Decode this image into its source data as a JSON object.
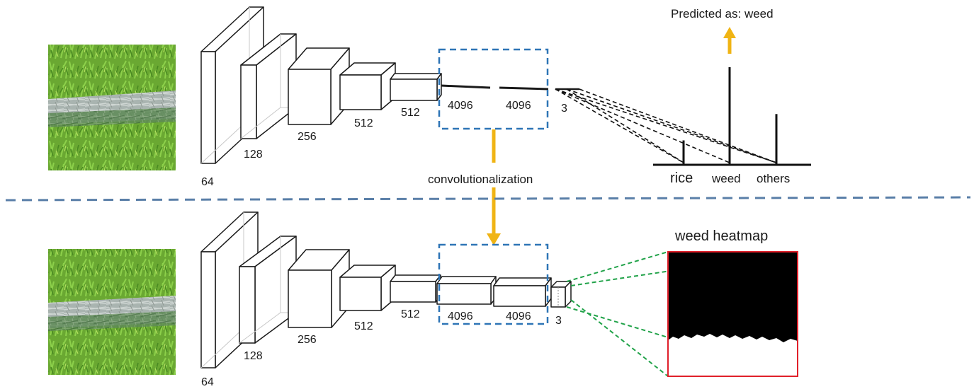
{
  "top_section": {
    "layer_labels": [
      "64",
      "128",
      "256",
      "512",
      "512"
    ],
    "fc_labels": [
      "4096",
      "4096",
      "3"
    ],
    "prediction_text": "Predicted as: weed",
    "bar_classes": [
      "rice",
      "weed",
      "others"
    ],
    "bar_values": [
      0.25,
      1.0,
      0.52
    ]
  },
  "transition": {
    "label": "convolutionalization"
  },
  "bottom_section": {
    "layer_labels": [
      "64",
      "128",
      "256",
      "512",
      "512"
    ],
    "conv_labels": [
      "4096",
      "4096",
      "3"
    ],
    "heatmap_title": "weed heatmap"
  },
  "colors": {
    "dashed_box": "#2e75b6",
    "separator": "#5a7fa8",
    "arrow": "#f0b414",
    "green_lines": "#22a34a",
    "heatmap_border": "#e0202a"
  }
}
